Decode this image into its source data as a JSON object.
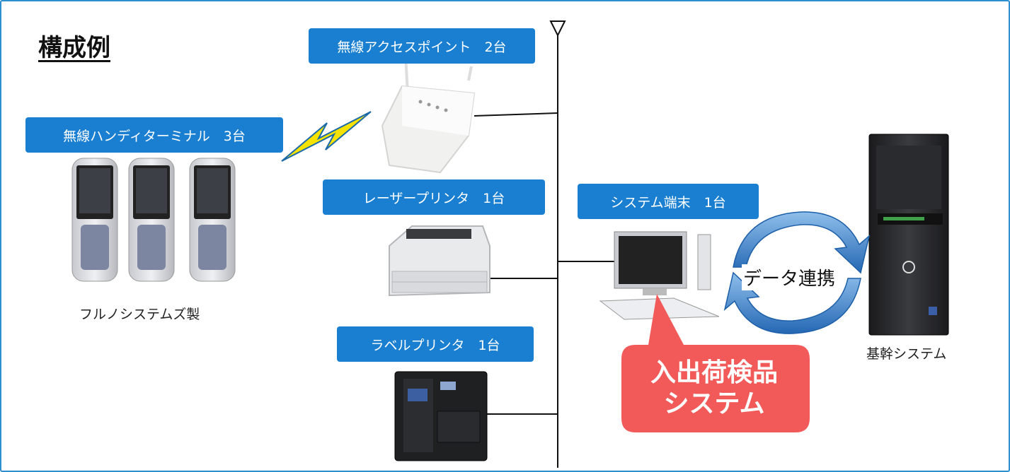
{
  "title": "構成例",
  "tags": {
    "ap": "無線アクセスポイント　2台",
    "handy": "無線ハンディターミナル　3台",
    "laser": "レーザープリンタ　1台",
    "terminal": "システム端末　1台",
    "label": "ラベルプリンタ　1台"
  },
  "captions": {
    "handy_maker": "フルノシステムズ製",
    "core_system": "基幹システム"
  },
  "callout": {
    "line1": "入出荷検品",
    "line2": "システム"
  },
  "sync_label": "データ連携",
  "colors": {
    "tag_bg": "#1a7fd1",
    "callout_bg": "#f25a5a",
    "frame": "#2e8fd0",
    "sync_arrow": "#2a7fc9",
    "bolt": "#f5e200"
  }
}
